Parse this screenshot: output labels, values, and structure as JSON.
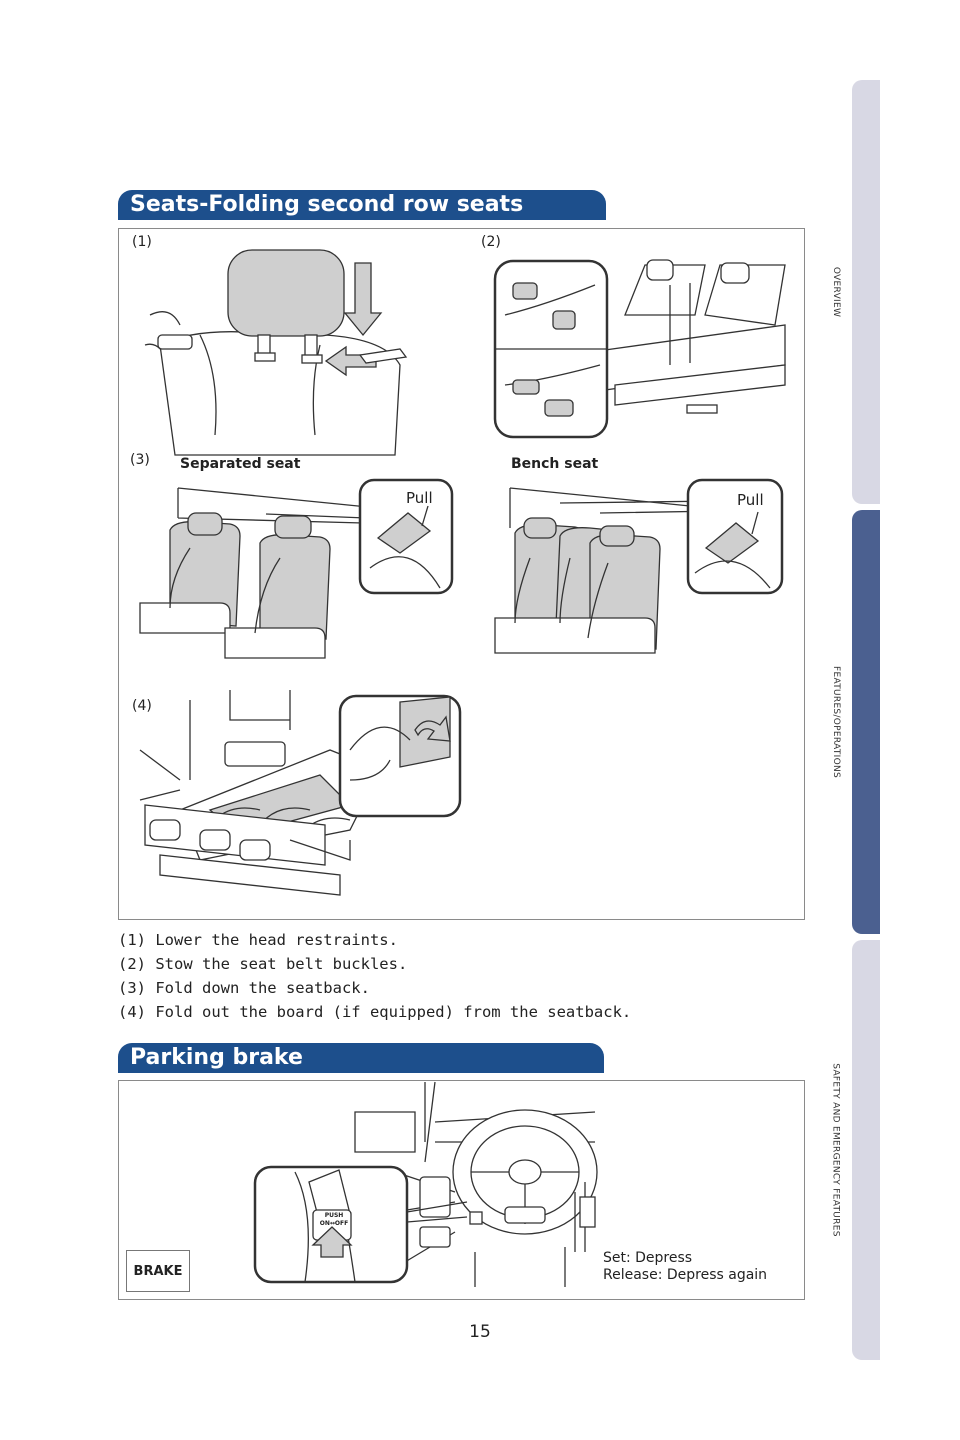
{
  "sidebar": {
    "tabs": [
      {
        "label": "OVERVIEW"
      },
      {
        "label": "FEATURES/OPERATIONS"
      },
      {
        "label": "SAFETY AND EMERGENCY FEATURES"
      }
    ]
  },
  "seats_section": {
    "title": "Seats-Folding second row seats",
    "figure": {
      "step1_label": "(1)",
      "step2_label": "(2)",
      "step3_label": "(3)",
      "step4_label": "(4)",
      "separated_seat_label": "Separated seat",
      "bench_seat_label": "Bench seat",
      "pull_label_left": "Pull",
      "pull_label_right": "Pull"
    },
    "steps": [
      "(1) Lower the head restraints.",
      "(2) Stow the seat belt buckles.",
      "(3) Fold down the seatback.",
      "(4) Fold out the board (if equipped) from the seatback."
    ]
  },
  "brake_section": {
    "title": "Parking brake",
    "badge": "BRAKE",
    "pedal_text_1": "PUSH",
    "pedal_text_2": "ON↔OFF",
    "set_text": "Set: Depress",
    "release_text": "Release: Depress again"
  },
  "page_number": "15"
}
